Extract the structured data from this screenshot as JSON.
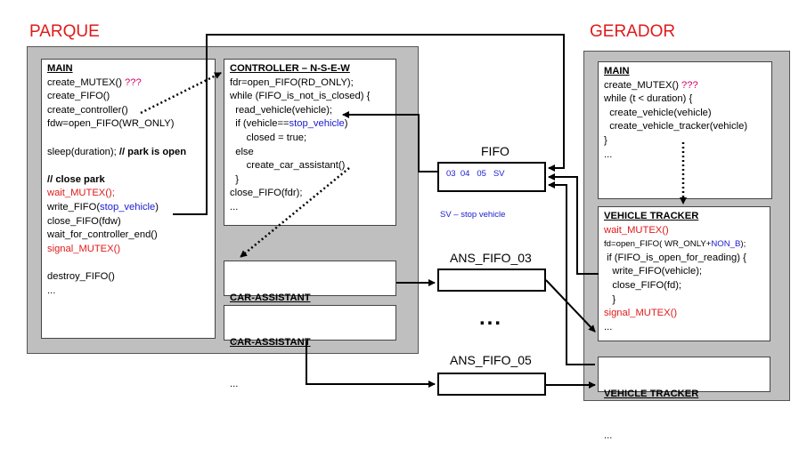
{
  "titles": {
    "parque": "PARQUE",
    "gerador": "GERADOR"
  },
  "parque_main": {
    "lines": [
      {
        "t": "MAIN",
        "cls": "hd"
      },
      {
        "t": "create_MUTEX() ",
        "extra": "???",
        "extraCls": "mag"
      },
      {
        "t": "create_FIFO()"
      },
      {
        "t": "create_controller()"
      },
      {
        "t": "fdw=open_FIFO(WR_ONLY)"
      },
      {
        "t": ""
      },
      {
        "t": "sleep(duration); ",
        "extra": "// park is open",
        "extraCls": "bold"
      },
      {
        "t": ""
      },
      {
        "t": "// close park",
        "cls": "bold"
      },
      {
        "t": "wait_MUTEX();",
        "cls": "red"
      },
      {
        "t": "write_FIFO(",
        "extra": "stop_vehicle",
        "extraCls": "blue",
        "tail": ")"
      },
      {
        "t": "close_FIFO(fdw)"
      },
      {
        "t": "wait_for_controller_end()"
      },
      {
        "t": "signal_MUTEX()",
        "cls": "red"
      },
      {
        "t": ""
      },
      {
        "t": "destroy_FIFO()"
      },
      {
        "t": "..."
      }
    ]
  },
  "controller": {
    "lines": [
      {
        "t": "CONTROLLER – N-S-E-W",
        "cls": "hd"
      },
      {
        "t": "fdr=open_FIFO(RD_ONLY);"
      },
      {
        "t": "while (FIFO_is_not_is_closed) {"
      },
      {
        "t": "  read_vehicle(vehicle);"
      },
      {
        "t": "  if (vehicle==",
        "extra": "stop_vehicle",
        "extraCls": "blue",
        "tail": ")"
      },
      {
        "t": "      closed = true;"
      },
      {
        "t": "  else"
      },
      {
        "t": "      create_car_assistant()"
      },
      {
        "t": "  }"
      },
      {
        "t": "close_FIFO(fdr);"
      },
      {
        "t": "..."
      }
    ]
  },
  "car_assistant_1": {
    "title": "CAR-ASSISTANT",
    "body": "..."
  },
  "car_assistant_2": {
    "title": "CAR-ASSISTANT",
    "body": "..."
  },
  "fifo": {
    "label": "FIFO",
    "items": "03  04   05   SV",
    "note": "SV – stop vehicle"
  },
  "ans_fifo_03": {
    "label": "ANS_FIFO_03"
  },
  "ans_fifo_05": {
    "label": "ANS_FIFO_05"
  },
  "ellipsis": "...",
  "gerador_main": {
    "lines": [
      {
        "t": "MAIN",
        "cls": "hd"
      },
      {
        "t": "create_MUTEX() ",
        "extra": "???",
        "extraCls": "mag"
      },
      {
        "t": "while (t < duration) {"
      },
      {
        "t": "  create_vehicle(vehicle)"
      },
      {
        "t": "  create_vehicle_tracker(vehicle)"
      },
      {
        "t": "}"
      },
      {
        "t": "..."
      }
    ]
  },
  "vehicle_tracker_1": {
    "lines": [
      {
        "t": "VEHICLE TRACKER",
        "cls": "hd"
      },
      {
        "t": "wait_MUTEX()",
        "cls": "red"
      },
      {
        "t": "fd=open_FIFO( WR_ONLY+",
        "extra": "NON_B",
        "extraCls": "blue",
        "tail": ");",
        "small": true
      },
      {
        "t": " if (FIFO_is_open_for_reading) {"
      },
      {
        "t": "   write_FIFO(vehicle);"
      },
      {
        "t": "   close_FIFO(fd);"
      },
      {
        "t": "   }"
      },
      {
        "t": "signal_MUTEX()",
        "cls": "red"
      },
      {
        "t": "..."
      }
    ]
  },
  "vehicle_tracker_2": {
    "title": "VEHICLE TRACKER",
    "body": "..."
  },
  "colors": {
    "title_red": "#e01a1a",
    "code_blue": "#1a1ad0",
    "question_magenta": "#d4006f",
    "panel_gray": "#bfbfbf"
  }
}
